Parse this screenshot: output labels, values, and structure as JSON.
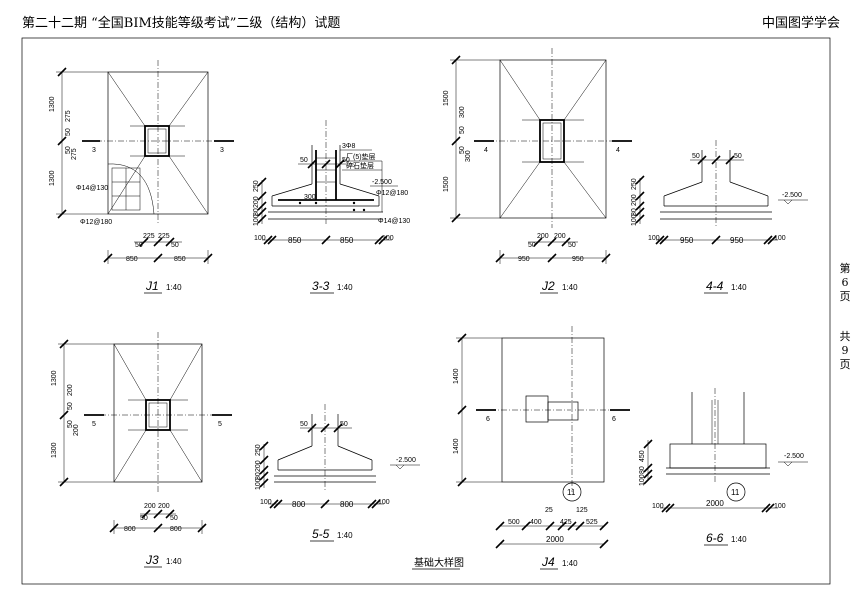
{
  "header": {
    "exam_title": "第二十二期 “全国BIM技能等级考试”二级（结构）试题",
    "organizer": "中国图学学会"
  },
  "side": {
    "page_label": "第6页",
    "total_label": "共9页"
  },
  "sheet_title": "基础大样图",
  "plans": {
    "j1": {
      "title": "J1",
      "scale": "1:40",
      "left_dims": [
        "1300",
        "275",
        "50",
        "50",
        "275",
        "1300"
      ],
      "bottom_dims": [
        "50",
        "225",
        "225",
        "50",
        "850",
        "850"
      ],
      "section_mark": "3",
      "rebar_1": "Φ14@130",
      "rebar_2": "Φ12@180"
    },
    "j2": {
      "title": "J2",
      "scale": "1:40",
      "left_dims": [
        "1500",
        "300",
        "50",
        "50",
        "300",
        "1500"
      ],
      "bottom_dims": [
        "50",
        "200",
        "200",
        "50",
        "950",
        "950"
      ],
      "section_mark": "4"
    },
    "j3": {
      "title": "J3",
      "scale": "1:40",
      "left_dims": [
        "1300",
        "200",
        "50",
        "50",
        "200",
        "1300"
      ],
      "bottom_dims": [
        "200",
        "200",
        "50",
        "50",
        "800",
        "800"
      ],
      "section_mark": "5"
    },
    "j4": {
      "title": "J4",
      "scale": "1:40",
      "left_dims": [
        "1400",
        "1400"
      ],
      "bottom_dims": [
        "25",
        "125",
        "500",
        "400",
        "425",
        "525",
        "2000"
      ],
      "section_mark": "6",
      "detail_ref": "11"
    }
  },
  "sections": {
    "s33": {
      "title": "3-3",
      "scale": "1:40",
      "dims_top": [
        "50",
        "50"
      ],
      "dims_left": [
        "250",
        "200",
        "80",
        "100"
      ],
      "dims_bottom": [
        "100",
        "850",
        "850",
        "100"
      ],
      "labels": {
        "stirrup": "3Φ8",
        "layer1": "厂(5)垫层",
        "layer2": "碎石垫层",
        "elev": "-2.500",
        "rebar_a": "Φ12@180",
        "rebar_b": "Φ14@130",
        "d300": "300"
      }
    },
    "s44": {
      "title": "4-4",
      "scale": "1:40",
      "dims_top": [
        "50",
        "50"
      ],
      "dims_left": [
        "250",
        "200",
        "80",
        "100"
      ],
      "dims_bottom": [
        "100",
        "950",
        "950",
        "100"
      ],
      "elev": "-2.500"
    },
    "s55": {
      "title": "5-5",
      "scale": "1:40",
      "dims_top": [
        "50",
        "50"
      ],
      "dims_left": [
        "250",
        "200",
        "80",
        "100"
      ],
      "dims_bottom": [
        "100",
        "800",
        "800",
        "100"
      ],
      "elev": "-2.500"
    },
    "s66": {
      "title": "6-6",
      "scale": "1:40",
      "dims_left": [
        "450",
        "80",
        "100"
      ],
      "dims_bottom": [
        "100",
        "2000",
        "100"
      ],
      "elev": "-2.500",
      "detail_ref": "11"
    }
  }
}
